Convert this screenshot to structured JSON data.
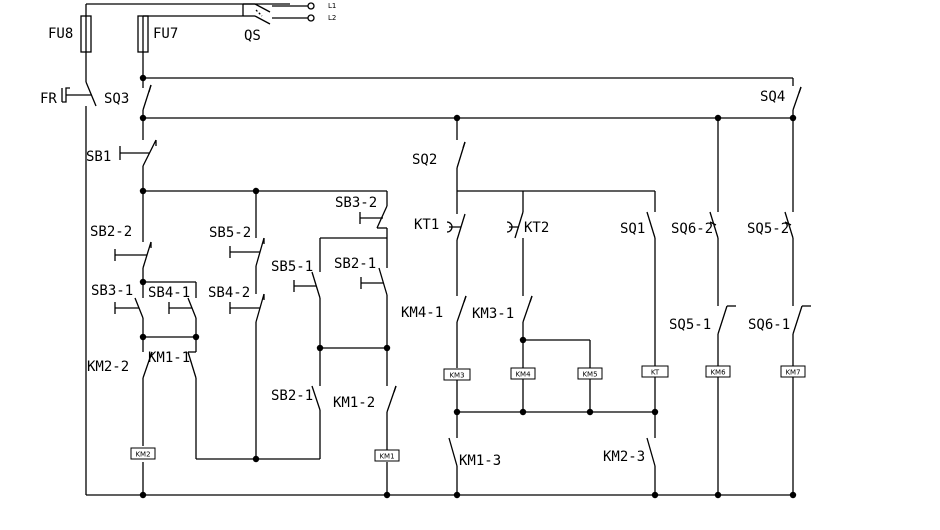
{
  "labels": {
    "fu8": "FU8",
    "fu7": "FU7",
    "qs": "QS",
    "l1": "L1",
    "l2": "L2",
    "fr": "FR",
    "sq3": "SQ3",
    "sq4": "SQ4",
    "sb1": "SB1",
    "sq2": "SQ2",
    "sb3_2": "SB3-2",
    "sb2_2": "SB2-2",
    "sb5_2": "SB5-2",
    "kt1": "KT1",
    "kt2": "KT2",
    "sq1": "SQ1",
    "sq6_2": "SQ6-2",
    "sq5_2": "SQ5-2",
    "sb5_1": "SB5-1",
    "sb2_1a": "SB2-1",
    "sb3_1": "SB3-1",
    "sb4_1": "SB4-1",
    "sb4_2": "SB4-2",
    "km4_1": "KM4-1",
    "km3_1": "KM3-1",
    "sq5_1": "SQ5-1",
    "sq6_1": "SQ6-1",
    "km2_2": "KM2-2",
    "km1_1": "KM1-1",
    "sb2_1b": "SB2-1",
    "km1_2": "KM1-2",
    "km1_3": "KM1-3",
    "km2_3": "KM2-3"
  },
  "coils": {
    "km2": "KM2",
    "km1": "KM1",
    "km3": "KM3",
    "km4": "KM4",
    "km5": "KM5",
    "kt": "KT",
    "km6": "KM6",
    "km7": "KM7"
  }
}
